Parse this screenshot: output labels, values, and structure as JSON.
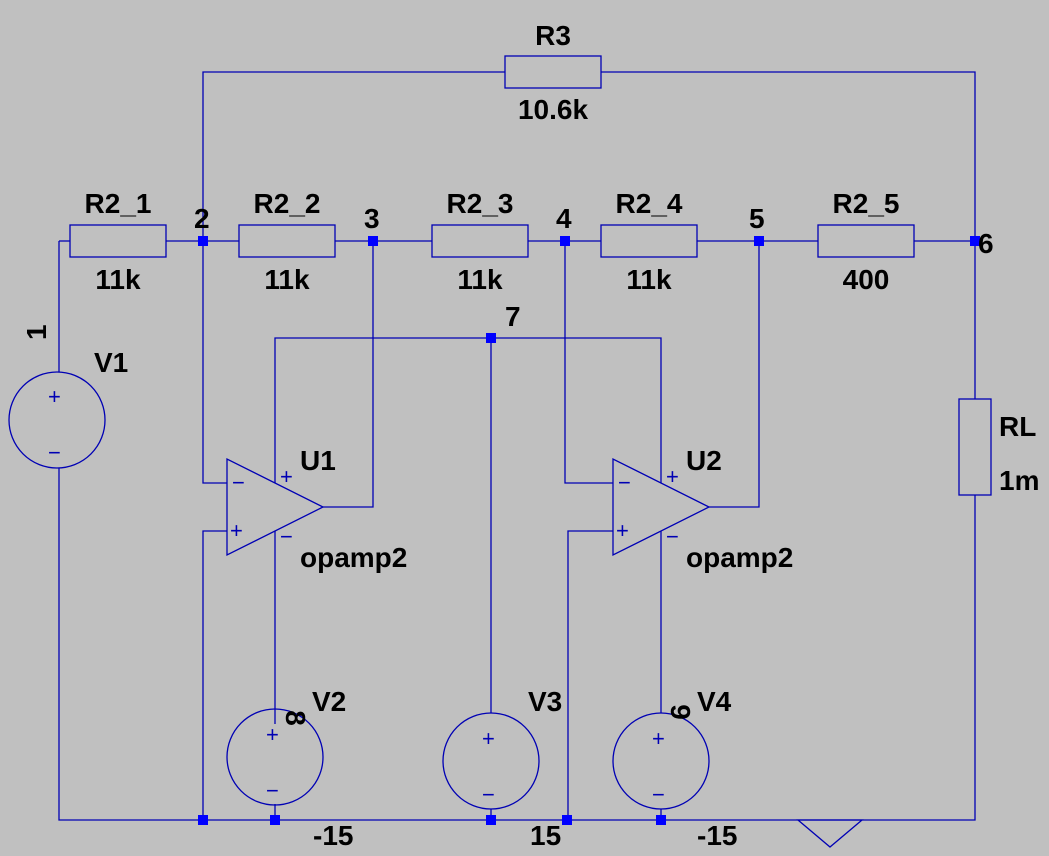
{
  "components": {
    "R3": {
      "name": "R3",
      "value": "10.6k"
    },
    "R2_1": {
      "name": "R2_1",
      "value": "11k"
    },
    "R2_2": {
      "name": "R2_2",
      "value": "11k"
    },
    "R2_3": {
      "name": "R2_3",
      "value": "11k"
    },
    "R2_4": {
      "name": "R2_4",
      "value": "11k"
    },
    "R2_5": {
      "name": "R2_5",
      "value": "400"
    },
    "RL": {
      "name": "RL",
      "value": "1m"
    },
    "V1": {
      "name": "V1"
    },
    "V2": {
      "name": "V2",
      "value": "-15"
    },
    "V3": {
      "name": "V3",
      "value": "15"
    },
    "V4": {
      "name": "V4",
      "value": "-15"
    },
    "U1": {
      "name": "U1",
      "model": "opamp2"
    },
    "U2": {
      "name": "U2",
      "model": "opamp2"
    }
  },
  "nodes": {
    "n1": "1",
    "n2": "2",
    "n3": "3",
    "n4": "4",
    "n5": "5",
    "n6": "6",
    "n7": "7",
    "n8": "8",
    "n9": "9"
  },
  "symbols": {
    "plus": "+",
    "minus": "−"
  },
  "colors": {
    "background": "#c0c0c0",
    "wire": "#0000b4",
    "node": "#0000ff",
    "label": "#000000"
  }
}
